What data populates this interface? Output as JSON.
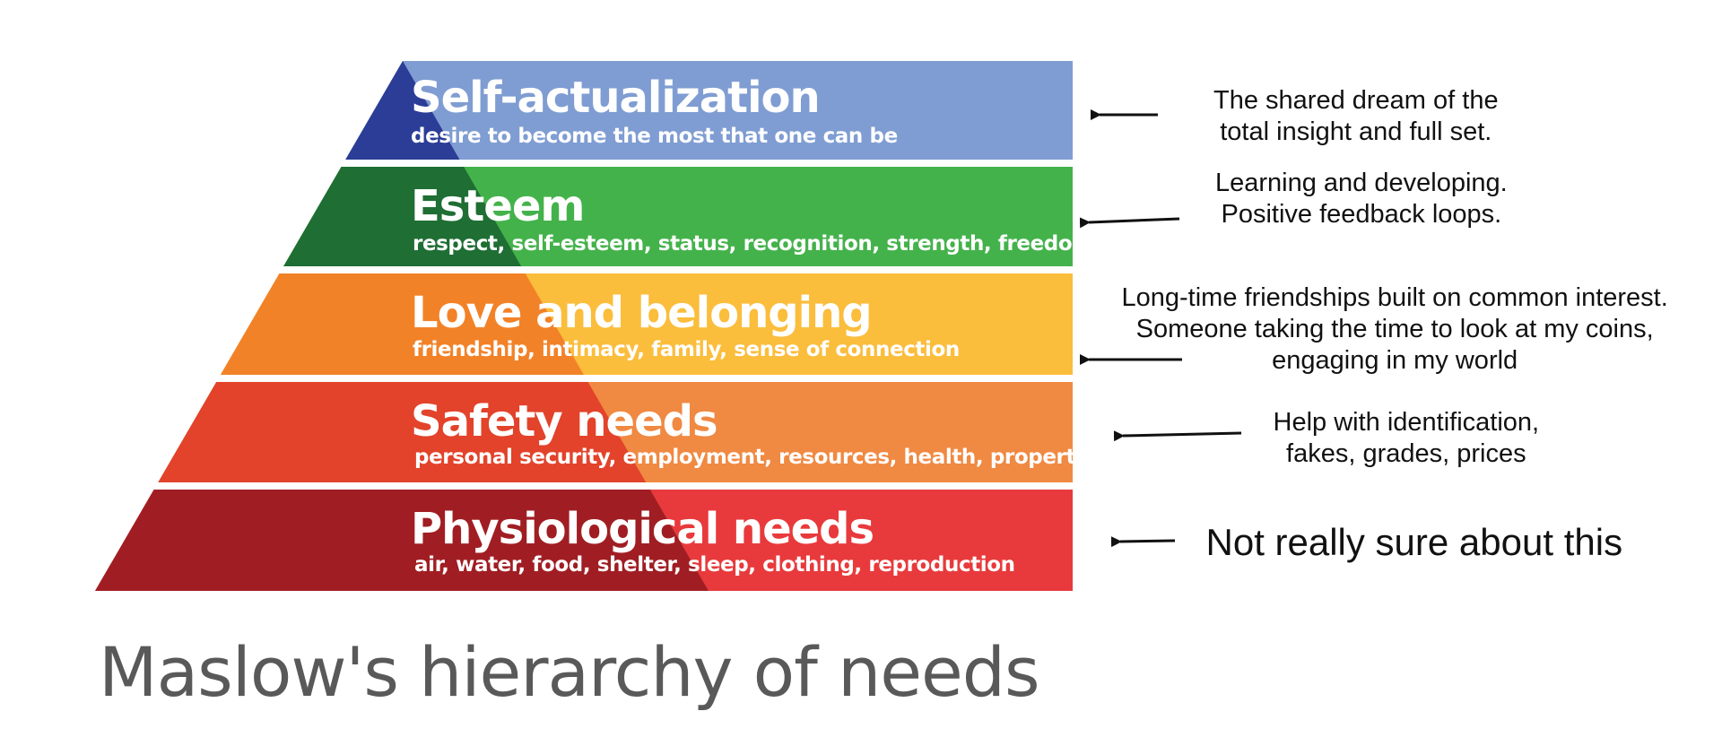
{
  "title": "Maslow's hierarchy of needs",
  "levels": [
    {
      "name": "Self-actualization",
      "description": "desire to become the most that one can be",
      "colors": {
        "left": "#2b3d96",
        "right": "#7f9dd2"
      },
      "annotation": [
        "The shared dream of the",
        "total insight and full set."
      ]
    },
    {
      "name": "Esteem",
      "description": "respect, self-esteem, status, recognition, strength, freedom",
      "colors": {
        "left": "#1f6e34",
        "right": "#44b24b"
      },
      "annotation": [
        "Learning and developing.",
        "Positive feedback loops."
      ]
    },
    {
      "name": "Love and belonging",
      "description": "friendship, intimacy, family, sense of connection",
      "colors": {
        "left": "#f28228",
        "right": "#fbbd3c"
      },
      "annotation": [
        "Long-time friendships built on common interest.",
        "Someone taking the time to look at my coins,",
        "engaging in my world"
      ]
    },
    {
      "name": "Safety needs",
      "description": "personal security, employment, resources, health, property",
      "colors": {
        "left": "#e2432a",
        "right": "#f08942"
      },
      "annotation": [
        "Help with identification,",
        "fakes, grades, prices"
      ]
    },
    {
      "name": "Physiological needs",
      "description": "air, water, food, shelter, sleep, clothing, reproduction",
      "colors": {
        "left": "#a01e23",
        "right": "#e83a3c"
      },
      "annotation": [
        "Not really sure about this"
      ]
    }
  ]
}
